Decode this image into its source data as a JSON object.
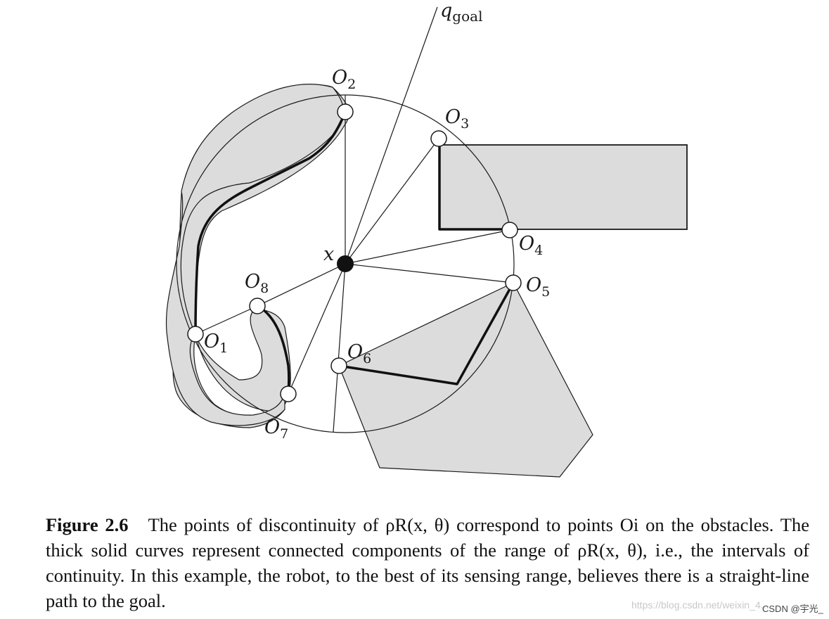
{
  "figure": {
    "goal_label": {
      "base": "q",
      "sub": "goal"
    },
    "robot_label": "x",
    "points": [
      {
        "base": "O",
        "sub": "1"
      },
      {
        "base": "O",
        "sub": "2"
      },
      {
        "base": "O",
        "sub": "3"
      },
      {
        "base": "O",
        "sub": "4"
      },
      {
        "base": "O",
        "sub": "5"
      },
      {
        "base": "O",
        "sub": "6"
      },
      {
        "base": "O",
        "sub": "7"
      },
      {
        "base": "O",
        "sub": "8"
      }
    ],
    "colors": {
      "obstacle_fill": "#dcdcdc",
      "stroke": "#1a1a1a",
      "background": "#ffffff"
    }
  },
  "caption": {
    "label": "Figure 2.6",
    "text": "The points of discontinuity of ρR(x, θ) correspond to points Oi on the obstacles. The thick solid curves represent connected components of the range of ρR(x, θ), i.e., the intervals of continuity. In this example, the robot, to the best of its sensing range, believes there is a straight-line path to the goal."
  },
  "watermark": "https://blog.csdn.net/weixin_4...",
  "brand": "CSDN @宇光_"
}
